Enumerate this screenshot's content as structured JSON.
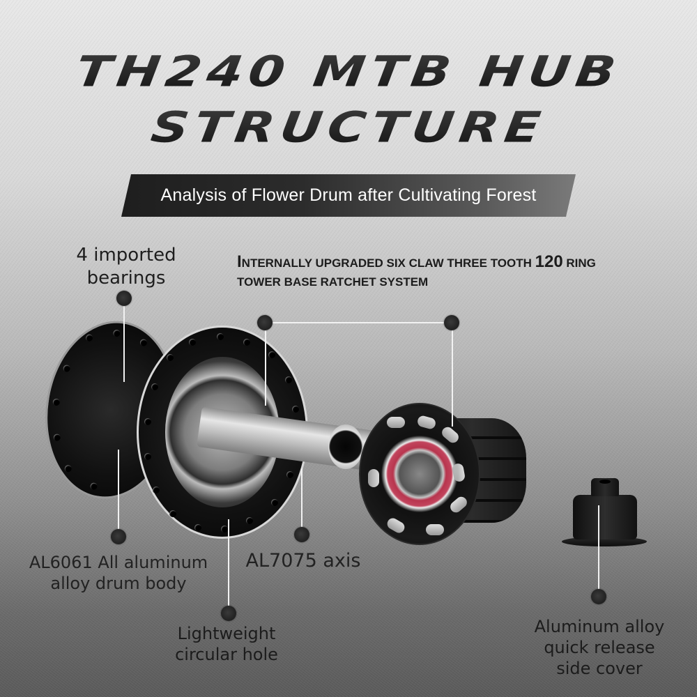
{
  "title": {
    "line1": "TH240 MTB HUB",
    "line2": "STRUCTURE"
  },
  "banner": {
    "text": "Analysis of Flower Drum after Cultivating Forest"
  },
  "annotations": {
    "bearings": {
      "line1": "4 imported",
      "line2": "bearings"
    },
    "ratchet": {
      "first_letter": "I",
      "line1_rest": "NTERNALLY UPGRADED SIX CLAW THREE TOOTH ",
      "number": "120",
      "line1_end": " RING",
      "line2": "TOWER BASE RATCHET SYSTEM"
    },
    "drum_body": {
      "line1": "AL6061 All aluminum",
      "line2": "alloy drum body"
    },
    "axis": {
      "text": "AL7075 axis"
    },
    "circular_hole": {
      "line1": "Lightweight",
      "line2": "circular hole"
    },
    "side_cover": {
      "line1": "Aluminum alloy",
      "line2": "quick release",
      "line3": "side cover"
    }
  },
  "colors": {
    "background_top": "#e8e8e8",
    "background_bottom": "#5a5a5a",
    "title_text": "#1c1c1c",
    "banner_start": "#1e1e1e",
    "banner_end": "#7a7a7a",
    "banner_text": "#ffffff",
    "leader_line": "#f2f2f2",
    "leader_dot": "#242424",
    "bearing_seal": "#c2445d"
  },
  "products": {
    "hub_body": "hub-body-image",
    "freehub": "freehub-ratchet-image",
    "side_cover": "quick-release-side-cover-image"
  }
}
